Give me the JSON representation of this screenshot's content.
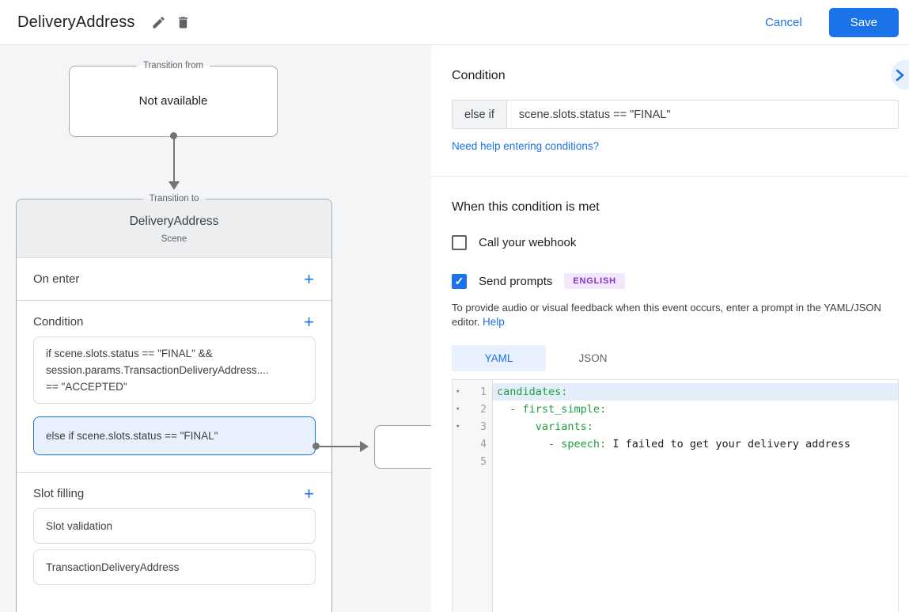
{
  "header": {
    "title": "DeliveryAddress",
    "cancel_label": "Cancel",
    "save_label": "Save"
  },
  "diagram": {
    "transition_from": {
      "legend": "Transition from",
      "content": "Not available"
    },
    "transition_to": {
      "legend": "Transition to",
      "title": "DeliveryAddress",
      "subtitle": "Scene",
      "on_enter": {
        "label": "On enter",
        "add": "+"
      },
      "condition": {
        "label": "Condition",
        "add": "+",
        "box1_lines": [
          "if scene.slots.status == \"FINAL\" &&",
          "session.params.TransactionDeliveryAddress....",
          "== \"ACCEPTED\""
        ],
        "box2": "else if scene.slots.status == \"FINAL\""
      },
      "slot_filling": {
        "label": "Slot filling",
        "add": "+",
        "items": [
          "Slot validation",
          "TransactionDeliveryAddress"
        ]
      }
    }
  },
  "panel": {
    "condition_heading": "Condition",
    "condition_prefix": "else if",
    "condition_value": "scene.slots.status == \"FINAL\"",
    "help_link": "Need help entering conditions?",
    "met_heading": "When this condition is met",
    "webhook_label": "Call your webhook",
    "prompts_label": "Send prompts",
    "language_badge": "ENGLISH",
    "prompt_help_text": "To provide audio or visual feedback when this event occurs, enter a prompt in the YAML/JSON editor.",
    "prompt_help_link": "Help",
    "tabs": {
      "yaml": "YAML",
      "json": "JSON"
    },
    "editor": {
      "nums": [
        "1",
        "2",
        "3",
        "4",
        "5"
      ],
      "l1": {
        "key": "candidates:"
      },
      "l2": {
        "indent": "  ",
        "dash": "- ",
        "key": "first_simple:"
      },
      "l3": {
        "indent": "      ",
        "key": "variants:"
      },
      "l4": {
        "indent": "        ",
        "dash": "- ",
        "key": "speech:",
        "text": " I failed to get your delivery address"
      }
    }
  },
  "icons": {
    "check": "✓",
    "fold": "▾"
  },
  "colors": {
    "accent": "#1a73e8",
    "key_green": "#1e9e40",
    "badge_purple": "#8430ce",
    "selected_bg": "#e8f0fe"
  }
}
